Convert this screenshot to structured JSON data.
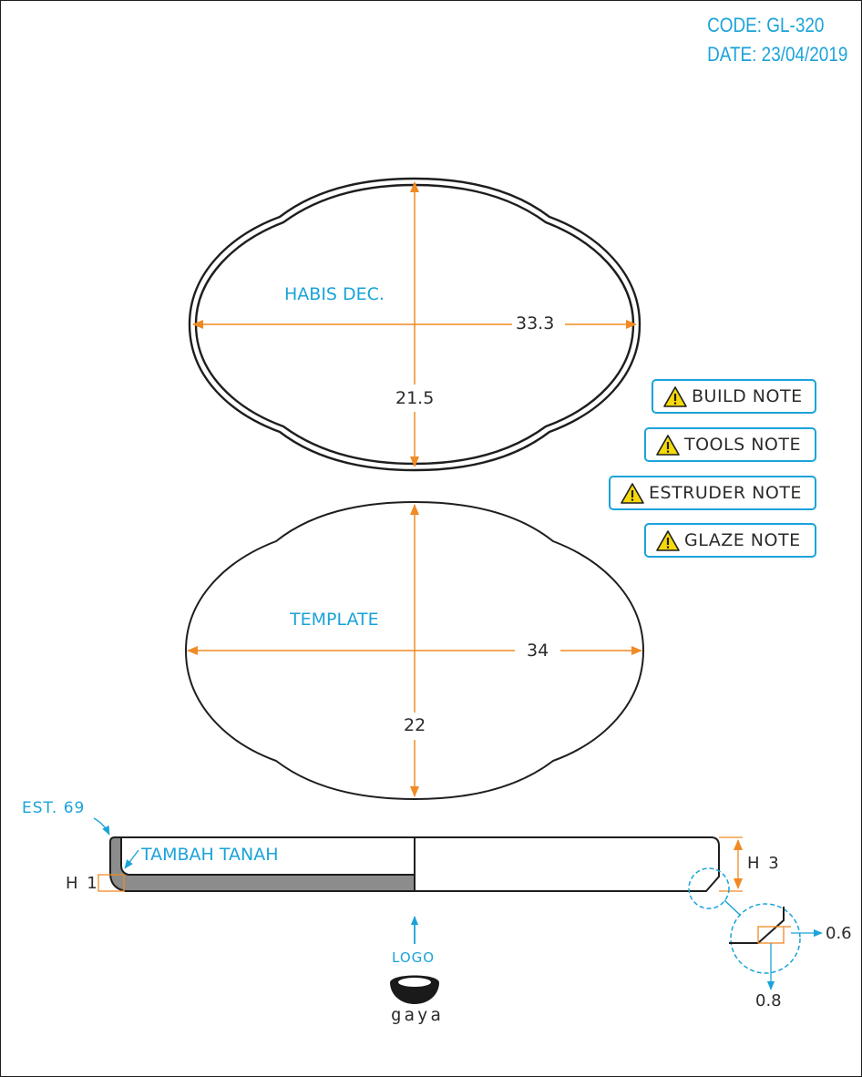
{
  "header": {
    "code": "CODE: GL-320",
    "date": "DATE: 23/04/2019"
  },
  "notes": [
    {
      "label": "BUILD NOTE",
      "icon": "warning-icon"
    },
    {
      "label": "TOOLS NOTE",
      "icon": "warning-icon"
    },
    {
      "label": "ESTRUDER NOTE",
      "icon": "warning-icon"
    },
    {
      "label": "GLAZE NOTE",
      "icon": "warning-icon"
    }
  ],
  "top_shape": {
    "label": "HABIS DEC.",
    "width": "33.3",
    "height": "21.5"
  },
  "template_shape": {
    "label": "TEMPLATE",
    "width": "34",
    "height": "22"
  },
  "profile": {
    "est": "EST. 69",
    "tambah": "TAMBAH TANAH",
    "h1": "H 1",
    "h3": "H 3",
    "detail_horizontal": "0.6",
    "detail_vertical": "0.8"
  },
  "logo": {
    "caption": "LOGO",
    "brand": "gaya"
  },
  "colors": {
    "accent_cyan": "#1aa3d9",
    "dimension_orange": "#f08a24",
    "line_dark": "#1e1e1e",
    "warning_yellow": "#f5d90a"
  }
}
